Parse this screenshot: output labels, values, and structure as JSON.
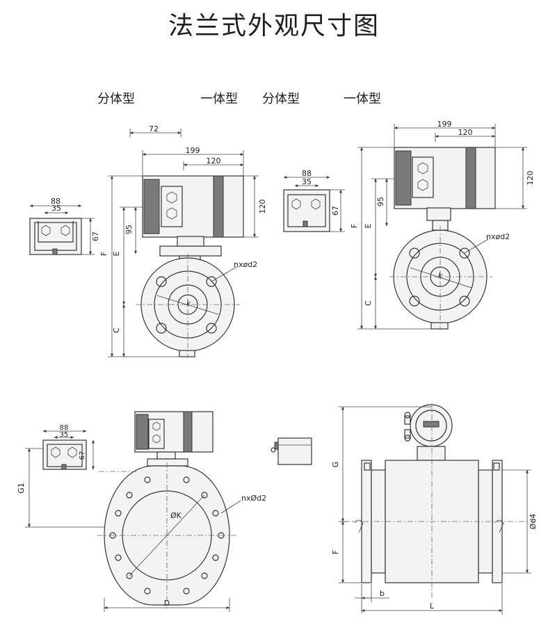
{
  "title": "法兰式外观尺寸图",
  "labels": {
    "split_1": "分体型",
    "integral_1": "一体型",
    "split_2": "分体型",
    "integral_2": "一体型"
  },
  "dims": {
    "d72": "72",
    "d199": "199",
    "d120": "120",
    "d88": "88",
    "d35": "35",
    "d67": "67",
    "d95": "95",
    "F": "F",
    "E": "E",
    "C": "C",
    "nxd2": "nxød2",
    "k": "k",
    "G1": "G1",
    "nxD2": "nxØd2",
    "K": "ØK",
    "D": "D",
    "G": "G",
    "d4": "Ød4",
    "b": "b",
    "L": "L"
  }
}
